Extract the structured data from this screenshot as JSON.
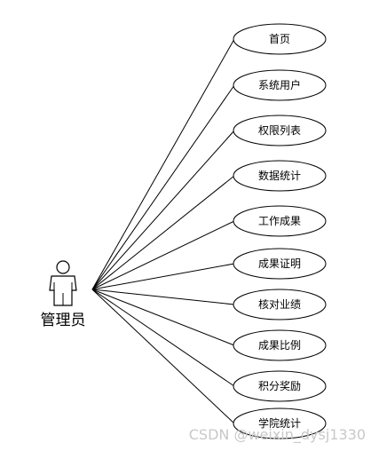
{
  "actor": {
    "label": "管理员"
  },
  "use_cases": [
    {
      "label": "首页"
    },
    {
      "label": "系统用户"
    },
    {
      "label": "权限列表"
    },
    {
      "label": "数据统计"
    },
    {
      "label": "工作成果"
    },
    {
      "label": "成果证明"
    },
    {
      "label": "核对业绩"
    },
    {
      "label": "成果比例"
    },
    {
      "label": "积分奖励"
    },
    {
      "label": "学院统计"
    }
  ],
  "watermark": "CSDN @weixin_dysj1330"
}
